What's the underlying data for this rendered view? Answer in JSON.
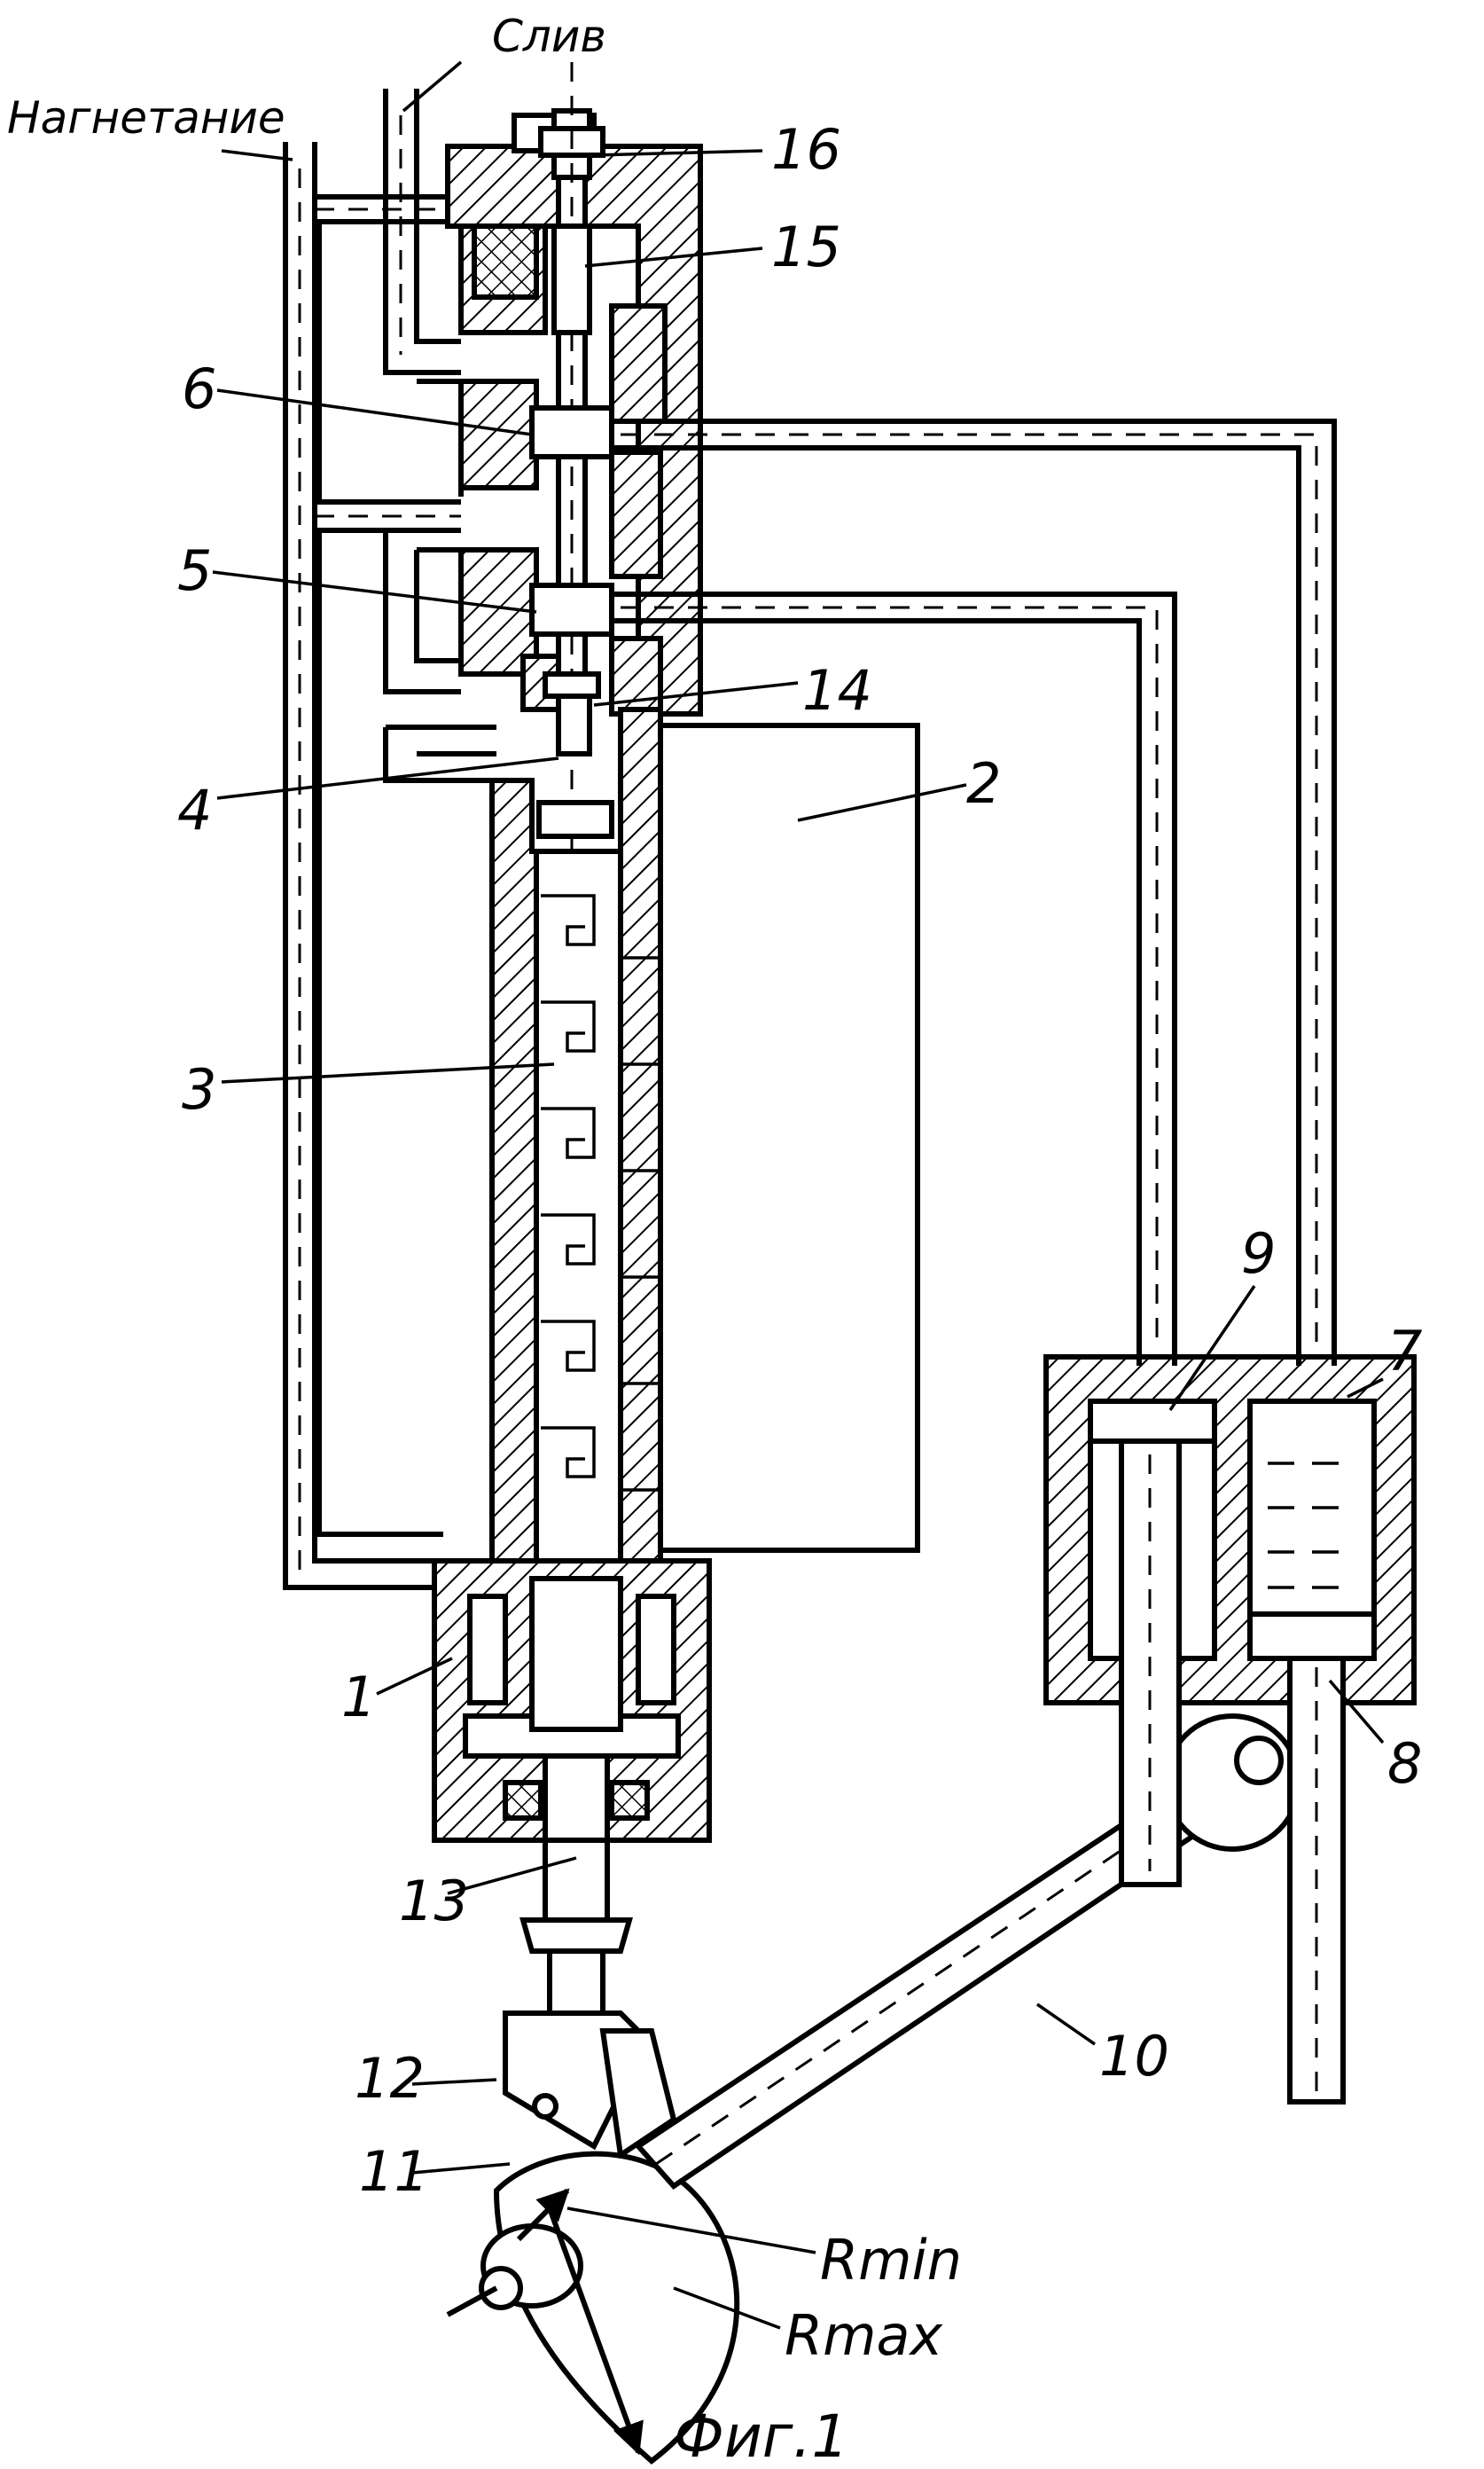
{
  "labels": {
    "drain": "Слив",
    "pressure": "Нагнетание",
    "n1": "1",
    "n2": "2",
    "n3": "3",
    "n4": "4",
    "n5": "5",
    "n6": "6",
    "n7": "7",
    "n8": "8",
    "n9": "9",
    "n10": "10",
    "n11": "11",
    "n12": "12",
    "n13": "13",
    "n14": "14",
    "n15": "15",
    "n16": "16",
    "rmin": "Rmin",
    "rmax": "Rmax",
    "caption": "Фиг.1"
  }
}
